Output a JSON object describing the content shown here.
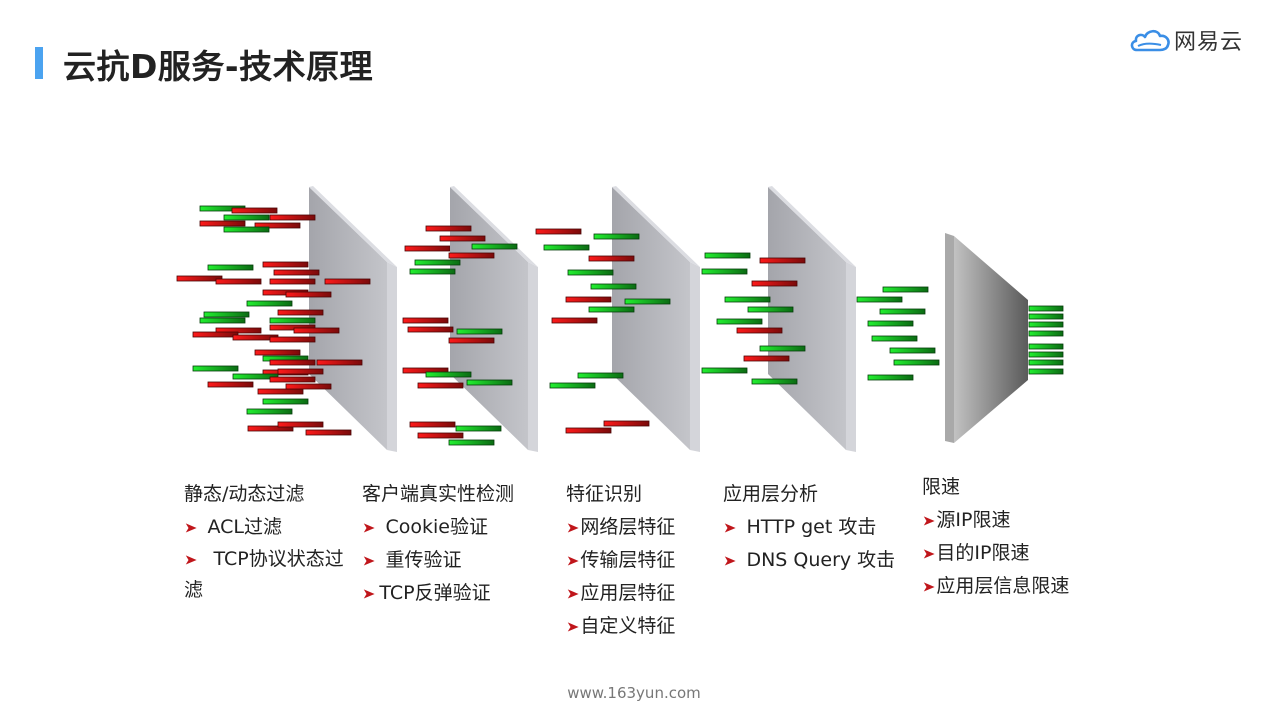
{
  "header": {
    "title": "云抗D服务-技术原理",
    "accent_color": "#4ba3f0"
  },
  "logo": {
    "icon": "cloud-icon",
    "text": "网易云",
    "color": "#3a8ee6"
  },
  "diagram": {
    "malicious_color": "#e0141a",
    "legit_color": "#1ccc2a",
    "stages": [
      {
        "heading": "静态/动态过滤",
        "items": [
          "ACL过滤",
          "TCP协议状态过滤"
        ]
      },
      {
        "heading": "客户端真实性检测",
        "items": [
          "Cookie验证",
          "重传验证",
          "TCP反弹验证"
        ]
      },
      {
        "heading": "特征识别",
        "items": [
          "网络层特征",
          "传输层特征",
          "应用层特征",
          "自定义特征"
        ]
      },
      {
        "heading": "应用层分析",
        "items": [
          "HTTP get 攻击",
          "DNS Query 攻击"
        ]
      },
      {
        "heading": "限速",
        "items": [
          "源IP限速",
          "目的IP限速",
          "应用层信息限速"
        ]
      }
    ]
  },
  "footer": {
    "url": "www.163yun.com"
  }
}
